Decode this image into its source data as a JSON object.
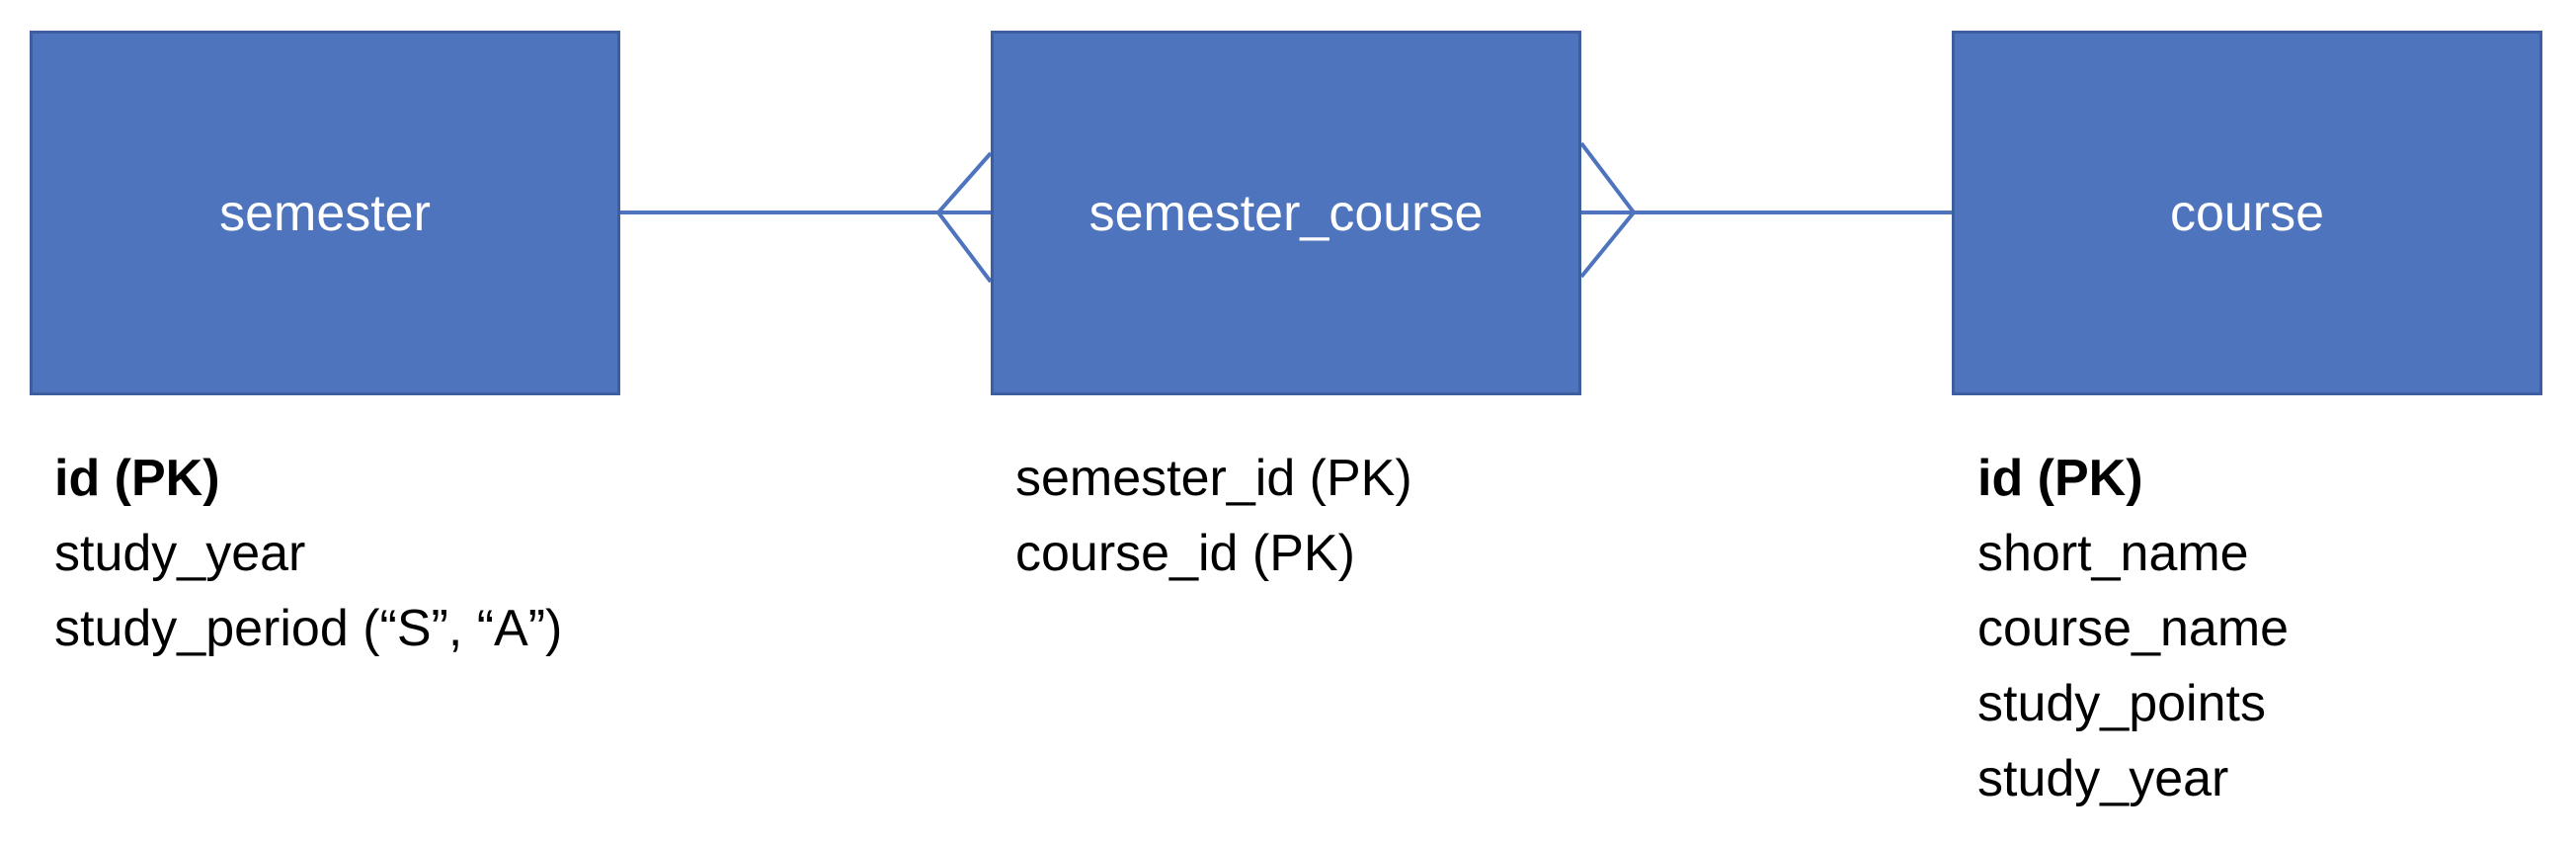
{
  "entities": {
    "semester": {
      "name": "semester",
      "attributes": [
        "id (PK)",
        "study_year",
        "study_period (“S”, “A”)"
      ]
    },
    "semester_course": {
      "name": "semester_course",
      "attributes": [
        "semester_id (PK)",
        "course_id (PK)"
      ]
    },
    "course": {
      "name": "course",
      "attributes": [
        "id (PK)",
        "short_name",
        "course_name",
        "study_points",
        "study_year"
      ]
    }
  },
  "relationships": [
    {
      "from": "semester",
      "to": "semester_course",
      "from_end": "one",
      "to_end": "many"
    },
    {
      "from": "course",
      "to": "semester_course",
      "from_end": "one",
      "to_end": "many"
    }
  ],
  "colors": {
    "entity_fill": "#4e74be",
    "entity_border": "#3e5f9f",
    "connector": "#4e74be",
    "entity_text": "#ffffff",
    "attribute_text": "#000000"
  }
}
